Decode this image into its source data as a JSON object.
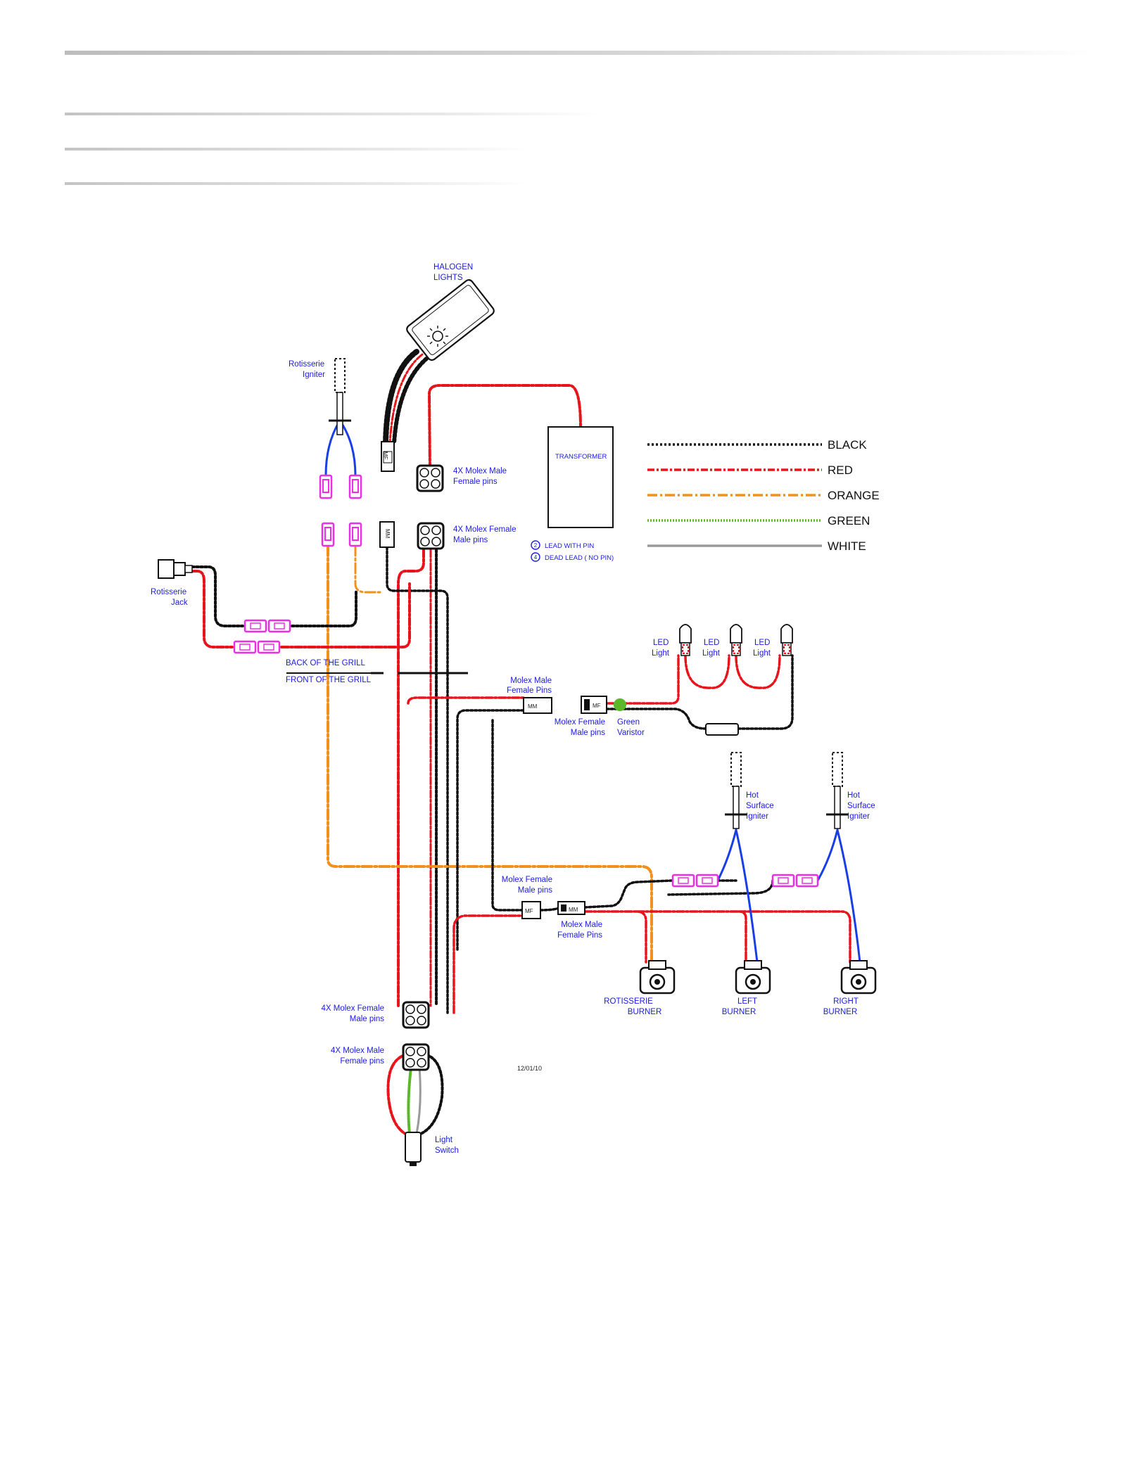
{
  "colors": {
    "black": "#111111",
    "red": "#e8141c",
    "orange": "#f2901e",
    "green": "#5ab82a",
    "white": "#9a9a9a",
    "blue": "#1a3ee6",
    "pink": "#ee2ee6",
    "label": "#1a1ae6"
  },
  "legend": [
    {
      "color_key": "black",
      "label": "BLACK"
    },
    {
      "color_key": "red",
      "label": "RED"
    },
    {
      "color_key": "orange",
      "label": "ORANGE"
    },
    {
      "color_key": "green",
      "label": "GREEN"
    },
    {
      "color_key": "white",
      "label": "WHITE"
    }
  ],
  "labels": {
    "halogen": [
      "HALOGEN",
      "LIGHTS"
    ],
    "rotisserie_igniter": [
      "Rotisserie",
      "Igniter"
    ],
    "molex_male_female_top": [
      "4X Molex Male",
      "Female pins"
    ],
    "transformer": "TRANSFORMER",
    "molex_female_male_top": [
      "4X Molex Female",
      "Male pins"
    ],
    "lead_with_pin": "LEAD WITH PIN",
    "lead_with_pin_num": "2",
    "dead_lead": "DEAD LEAD  ( NO PIN)",
    "dead_lead_num": "4",
    "rotisserie_jack": [
      "Rotisserie",
      "Jack"
    ],
    "back_of_grill": "BACK OF THE GRILL",
    "front_of_grill": "FRONT OF THE GRILL",
    "molex_male_female_mid": [
      "Molex Male",
      "Female Pins"
    ],
    "molex_female_male_mid": [
      "Molex Female",
      "Male pins"
    ],
    "green_varistor": [
      "Green",
      "Varistor"
    ],
    "led_light": [
      "LED",
      "Light"
    ],
    "hot_surface_igniter": [
      "Hot",
      "Surface",
      "Igniter"
    ],
    "molex_female_male_low": [
      "Molex Female",
      "Male pins"
    ],
    "molex_male_female_low": [
      "Molex Male",
      "Female Pins"
    ],
    "rotisserie_burner": [
      "ROTISSERIE",
      "BURNER"
    ],
    "left_burner": [
      "LEFT",
      "BURNER"
    ],
    "right_burner": [
      "RIGHT",
      "BURNER"
    ],
    "molex_female_male_bottom": [
      "4X Molex Female",
      "Male pins"
    ],
    "molex_male_female_bottom": [
      "4X Molex Male",
      "Female pins"
    ],
    "date": "12/01/10",
    "light_switch": [
      "Light",
      "Switch"
    ],
    "mf": "MF",
    "mm": "MM"
  }
}
